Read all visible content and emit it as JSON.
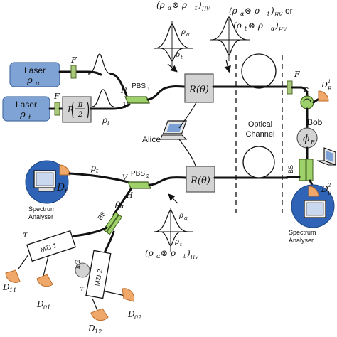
{
  "lasers": [
    {
      "title": "Laser",
      "symbol": "ρ",
      "sub": "α"
    },
    {
      "title": "Laser",
      "symbol": "ρ",
      "sub": "t"
    }
  ],
  "filter_label": "F",
  "rotator": {
    "text": "R",
    "frac_num": "π",
    "frac_den": "2"
  },
  "pbs1": {
    "label": "PBS",
    "sub": "1",
    "h": "H",
    "v": "V"
  },
  "pbs2": {
    "label": "PBS",
    "sub": "2",
    "h": "H",
    "v": "V"
  },
  "rho_t": {
    "symbol": "ρ",
    "sub": "t"
  },
  "rho_alpha": {
    "symbol": "ρ",
    "sub": "α"
  },
  "rotation": {
    "text": "R(θ)"
  },
  "alice": "Alice",
  "bob": "Bob",
  "optical_channel": [
    "Optical",
    "Channel"
  ],
  "circulator": "C",
  "phase": {
    "symbol": "ϕ",
    "sub": "B"
  },
  "bs": "BS",
  "top_state_1": {
    "prefix": "(ρ",
    "a": "α",
    "mid": " ⊗ ρ",
    "b": "t",
    "suffix": ")",
    "sub": "HV"
  },
  "top_state_2": {
    "prefix": "(ρ",
    "a": "α",
    "mid": " ⊗ ρ",
    "b": "t",
    "suffix": ")",
    "sub": "HV",
    "or": "or"
  },
  "top_state_3": {
    "prefix": "(ρ",
    "a": "t",
    "mid": " ⊗ ρ",
    "b": "α",
    "suffix": ")",
    "sub": "HV"
  },
  "bottom_state": {
    "prefix": "(ρ",
    "a": "α",
    "mid": " ⊗ ρ",
    "b": "t",
    "suffix": ")",
    "sub": "HV"
  },
  "pulse_labels": {
    "alpha": "α",
    "t": "t",
    "rho": "ρ"
  },
  "detectors": {
    "dt": {
      "symbol": "D",
      "sub": "t"
    },
    "db1": {
      "symbol": "D",
      "sub": "B",
      "sup": "1"
    },
    "db2": {
      "symbol": "D",
      "sub": "B",
      "sup": "2"
    },
    "d11": {
      "symbol": "D",
      "sub": "11"
    },
    "d01": {
      "symbol": "D",
      "sub": "01"
    },
    "d02": {
      "symbol": "D",
      "sub": "02"
    },
    "d12": {
      "symbol": "D",
      "sub": "12"
    }
  },
  "spectrum_analyser": [
    "Spectrum",
    "Analyser"
  ],
  "mzi1": "MZI-1",
  "mzi2": "MZI-2",
  "tau": "τ",
  "half_pi": "π/2"
}
